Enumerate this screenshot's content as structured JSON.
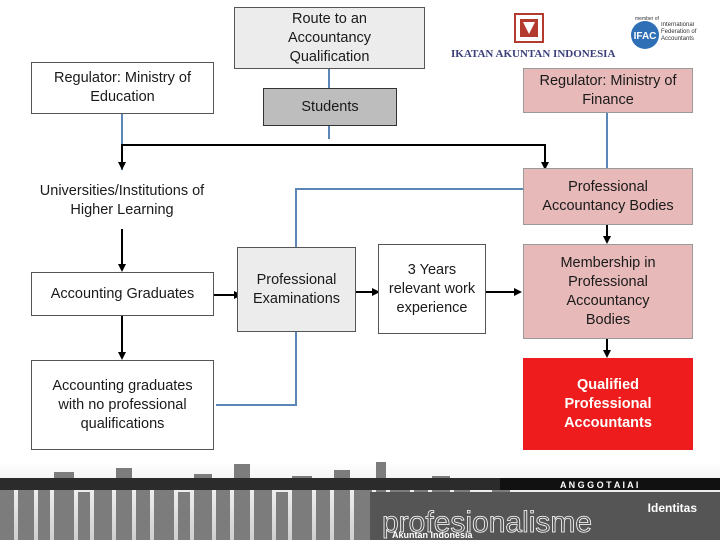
{
  "boxes": {
    "route": "Route to an Accountancy Qualification",
    "reg_edu": "Regulator: Ministry of Education",
    "students": "Students",
    "reg_fin": "Regulator: Ministry of Finance",
    "universities": "Universities/Institutions of Higher Learning",
    "pab": "Professional Accountancy Bodies",
    "acc_grad": "Accounting Graduates",
    "prof_exam": "Professional Examinations",
    "work_exp": "3 Years relevant work experience",
    "membership": "Membership in Professional Accountancy Bodies",
    "acc_grad_noqual": "Accounting  graduates with no professional qualifications",
    "qualified": "Qualified Professional Accountants"
  },
  "logos": {
    "iai_name": "IKATAN AKUNTAN INDONESIA",
    "ifac_member": "member of",
    "ifac_abbr": "IFAC",
    "ifac_name": "International Federation of Accountants"
  },
  "footer": {
    "banner": "A N G G O T A   I A I",
    "identitas": "Identitas",
    "profesionalisme": "profesionalisme",
    "akuntan": "Akuntan Indonesia"
  },
  "colors": {
    "pink": "#e8b9b9",
    "red": "#ee1c1c",
    "connector_blue": "#5b86b8"
  }
}
